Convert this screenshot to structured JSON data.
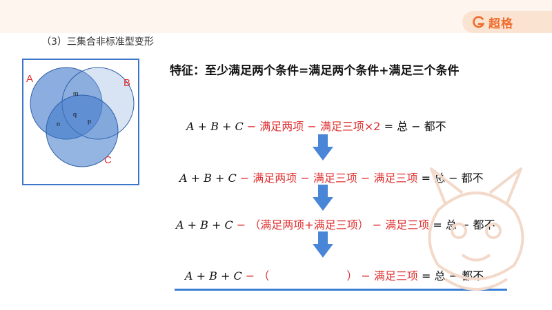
{
  "brand": {
    "name": "超格"
  },
  "section": {
    "title": "（3）三集合非标准型变形"
  },
  "venn": {
    "labels": {
      "A": "A",
      "B": "B",
      "C": "C"
    },
    "regions": {
      "m": "m",
      "n": "n",
      "p": "p",
      "q": "q"
    }
  },
  "feature": {
    "text": "特征：至少满足两个条件=满足两个条件+满足三个条件"
  },
  "equations": {
    "row1": {
      "lhs": "A + B + C",
      "minus1": " − ",
      "term1": "满足两项",
      "minus2": " − ",
      "term2": "满足三项×2",
      "equals": " = 总 − 都不"
    },
    "row2": {
      "lhs": "A + B + C",
      "minus1": " − ",
      "term1": "满足两项",
      "minus2": " − ",
      "term2": "满足三项",
      "minus3": " − ",
      "term3": "满足三项",
      "equals": " = 总 − 都不"
    },
    "row3": {
      "lhs": "A + B + C",
      "minus1": " − ",
      "paren": "（满足两项+满足三项）",
      "minus2": " − ",
      "term": "满足三项",
      "equals": " = 总 − 都不"
    },
    "row4": {
      "lhs": "A + B + C",
      "minus1": " − ",
      "open": "（",
      "blank": "",
      "close": "）",
      "minus2": " − ",
      "term": "满足三项",
      "equals": " = 总 − 都不"
    }
  },
  "colors": {
    "accent_red": "#e03030",
    "arrow_blue": "#4a86d8",
    "venn_blue": "#3d76c9",
    "brand_orange": "#f06c2c"
  }
}
